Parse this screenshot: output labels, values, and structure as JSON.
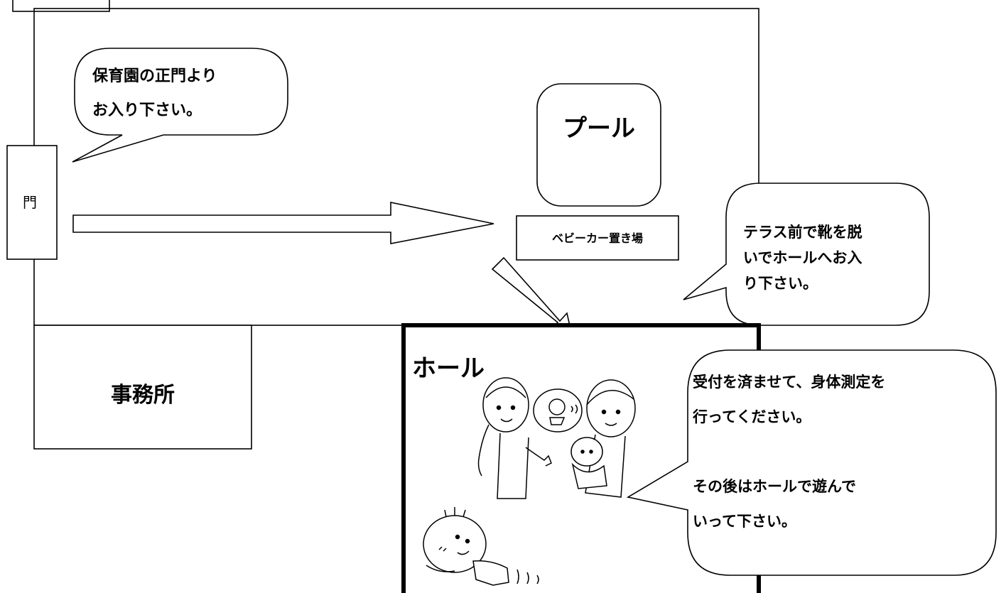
{
  "gate": {
    "label": "門"
  },
  "rooms": {
    "pool": "プール",
    "stroller_area": "ベビーカー置き場",
    "office": "事務所",
    "hall": "ホール"
  },
  "bubbles": {
    "entrance": [
      "保育園の正門より",
      "お入り下さい。"
    ],
    "terrace": [
      "テラス前で靴を脱",
      "いでホールへお入",
      "り下さい。"
    ],
    "hall": [
      "受付を済ませて、身体測定を",
      "行ってください。",
      "",
      "その後はホールで遊んで",
      "いって下さい。"
    ]
  },
  "illustrations": {
    "caregivers": "staff-and-parent-with-baby",
    "crawling_baby": "crawling-baby"
  }
}
